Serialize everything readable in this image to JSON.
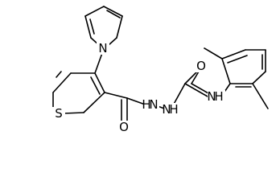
{
  "molecule": {
    "atoms": {
      "n_pyrrole": "N",
      "s_thiophene": "S",
      "o_carbonyl_left": "O",
      "h_nh_1": "H",
      "n_nh_1": "N",
      "n_nh_2": "N",
      "h_nh_2": "H",
      "o_carbonyl_right": "O",
      "n_anilide": "N",
      "h_anilide": "H"
    }
  }
}
